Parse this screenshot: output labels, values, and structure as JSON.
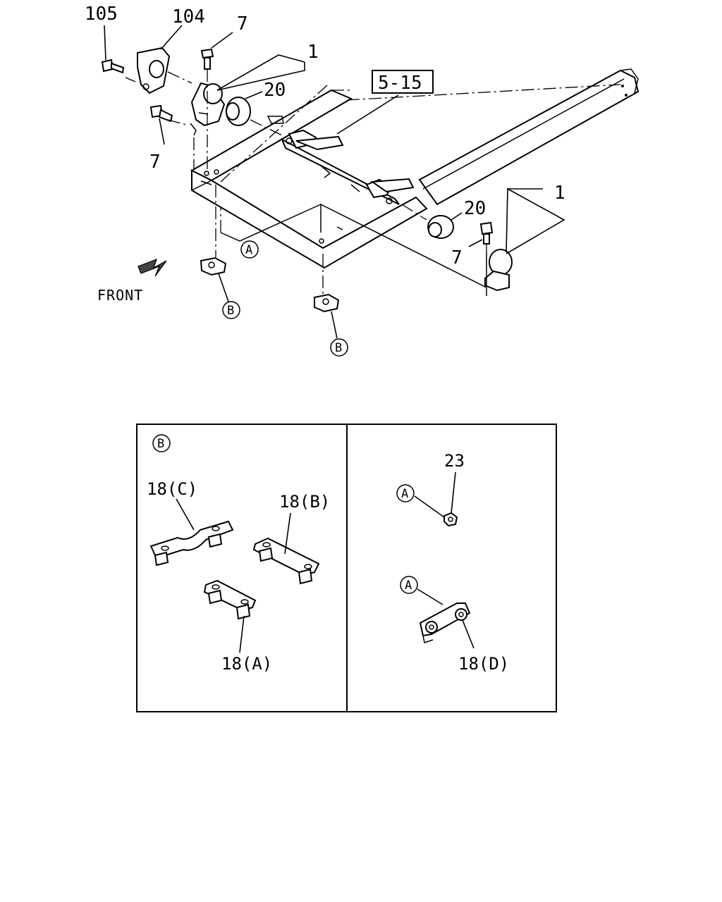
{
  "diagram": {
    "part_labels": {
      "p105": "105",
      "p104": "104",
      "p7_top": "7",
      "p7_left": "7",
      "p7_right": "7",
      "p1_top": "1",
      "p1_right": "1",
      "p20_top": "20",
      "p20_right": "20",
      "ref_5_15": "5-15"
    },
    "callouts": {
      "a_main": "A",
      "b_left": "B",
      "b_mid": "B"
    },
    "front_label": "FRONT"
  },
  "detail_panel_left": {
    "callout": "B",
    "labels": {
      "p18c": "18(C)",
      "p18b": "18(B)",
      "p18a": "18(A)"
    }
  },
  "detail_panel_right": {
    "labels": {
      "p23": "23",
      "p18d": "18(D)"
    },
    "callouts": {
      "a_top": "A",
      "a_bottom": "A"
    }
  },
  "colors": {
    "line": "#000000",
    "background": "#ffffff"
  }
}
